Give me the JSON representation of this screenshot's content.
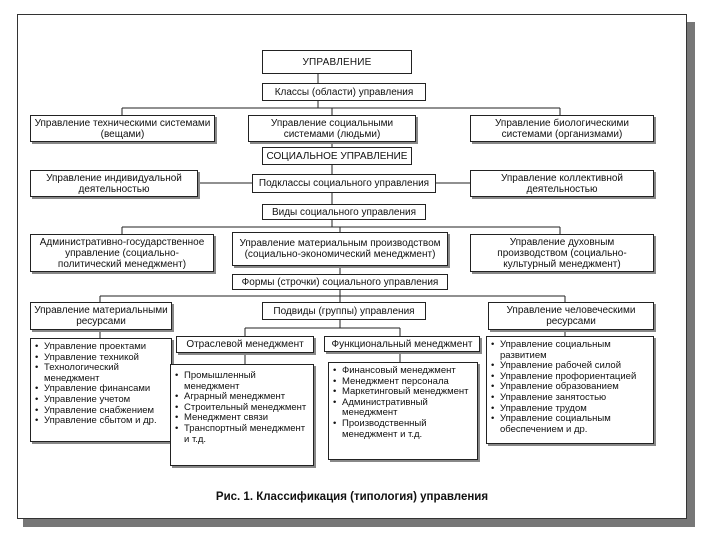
{
  "title": "УПРАВЛЕНИЕ",
  "classes_label": "Классы (области) управления",
  "classes": [
    "Управление техническими системами (вещами)",
    "Управление социальными системами (людьми)",
    "Управление биологическими системами (организмами)"
  ],
  "social_management": "СОЦИАЛЬНОЕ УПРАВЛЕНИЕ",
  "subclasses_label": "Подклассы социального управления",
  "subclasses": [
    "Управление индивидуальной деятельностью",
    "Управление коллективной деятельностью"
  ],
  "types_label": "Виды социального управления",
  "types": [
    "Административно-государственное управление (социально-политический менеджмент)",
    "Управление материальным производством (социально-экономический менеджмент)",
    "Управление духовным производством (социально-культурный менеджмент)"
  ],
  "forms_label": "Формы (строчки) социального управления",
  "forms_left": "Управление материальными ресурсами",
  "forms_right": "Управление человеческими ресурсами",
  "subtypes_label": "Подвиды (группы) управления",
  "sectoral": "Отраслевой менеджмент",
  "functional": "Функциональный менеджмент",
  "list_material": [
    "Управление проектами",
    "Управление техникой",
    "Технологический менеджмент",
    "Управление финансами",
    "Управление учетом",
    "Управление снабжением",
    "Управление сбытом и др."
  ],
  "list_sectoral": [
    "Промышленный менеджмент",
    "Аграрный менеджмент",
    "Строительный менеджмент",
    "Менеджмент связи",
    "Транспортный менеджмент и т.д."
  ],
  "list_functional": [
    "Финансовый менеджмент",
    "Менеджмент персонала",
    "Маркетинговый менеджмент",
    "Административный менеджмент",
    "Производственный менеджмент и т.д."
  ],
  "list_human": [
    "Управление социальным развитием",
    "Управление рабочей силой",
    "Управление профориентацией",
    "Управление образованием",
    "Управление занятостью",
    "Управление трудом",
    "Управление социальным обеспечением и др."
  ],
  "caption": "Рис. 1. Классификация (типология) управления"
}
